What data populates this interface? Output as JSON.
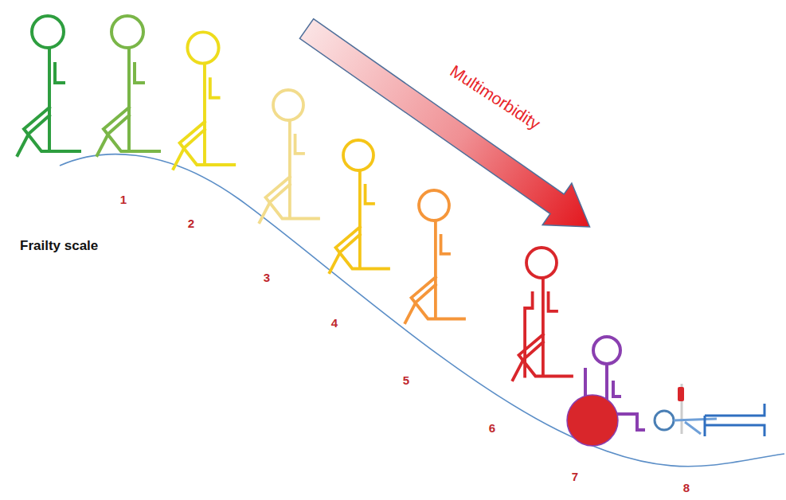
{
  "diagram": {
    "labels": [
      "Frailty scale",
      "Multimorbidity",
      "1",
      "2",
      "3",
      "4",
      "5",
      "6",
      "7",
      "8"
    ]
  }
}
